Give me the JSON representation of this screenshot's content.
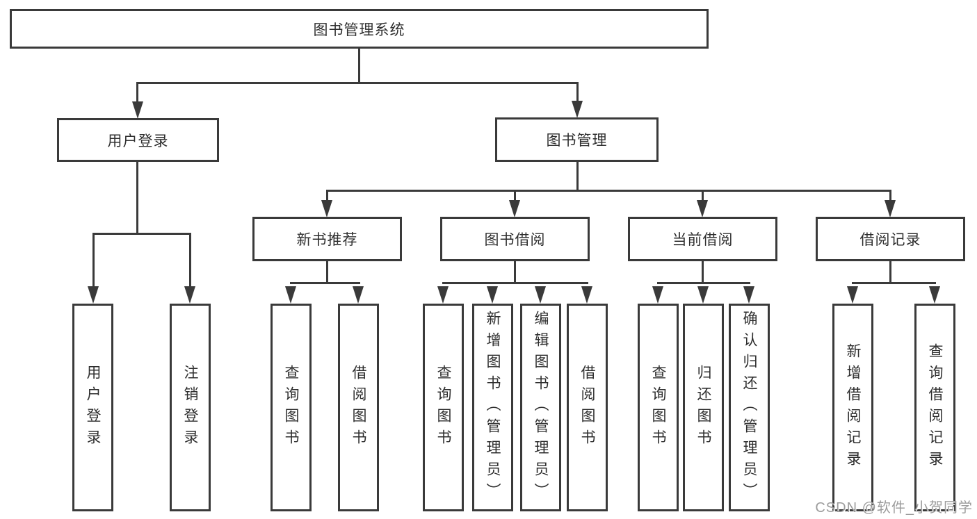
{
  "diagram": {
    "title": "图书管理系统",
    "nodes": {
      "root": {
        "label": "图书管理系统"
      },
      "level2": [
        {
          "label": "用户登录"
        },
        {
          "label": "图书管理"
        }
      ],
      "level3": [
        {
          "label": "新书推荐"
        },
        {
          "label": "图书借阅"
        },
        {
          "label": "当前借阅"
        },
        {
          "label": "借阅记录"
        }
      ],
      "leaves": {
        "user_login": [
          "用户登录",
          "注销登录"
        ],
        "new_book_recommend": [
          "查询图书",
          "借阅图书"
        ],
        "book_borrow": [
          "查询图书",
          "新增图书（管理员）",
          "编辑图书（管理员）",
          "借阅图书"
        ],
        "current_borrow": [
          "查询图书",
          "归还图书",
          "确认归还（管理员）"
        ],
        "borrow_records": [
          "新增借阅记录",
          "查询借阅记录"
        ]
      }
    },
    "colors": {
      "line": "#3a3a3a",
      "text": "#2e2e2e",
      "watermark": "#9c9c9c",
      "background": "#ffffff"
    }
  },
  "watermark": {
    "text": "CSDN @软件_小贺同学"
  }
}
